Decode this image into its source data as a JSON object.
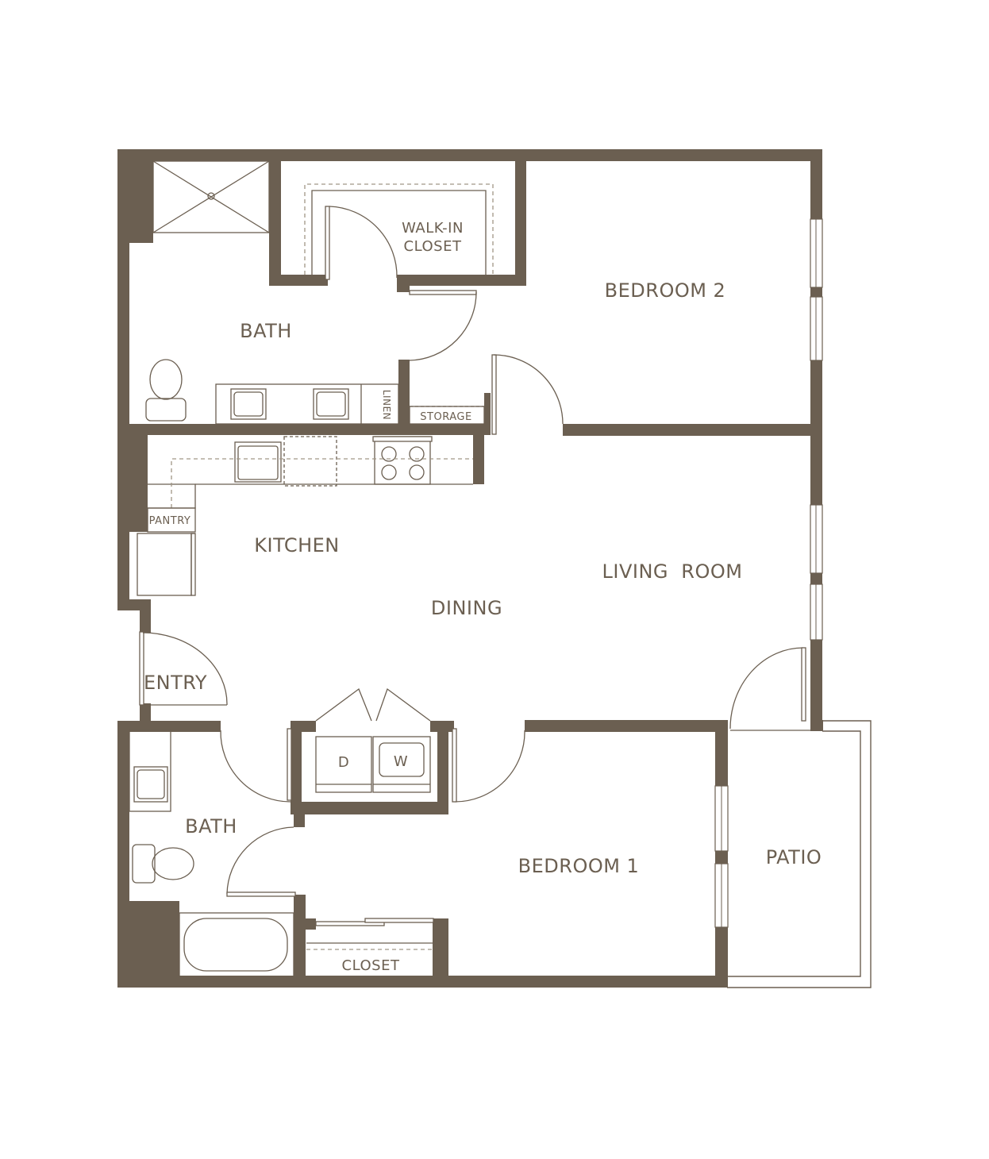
{
  "colors": {
    "wall": "#6b5f51",
    "fixture": "#6b5f51",
    "label": "#6b5f51",
    "dashed": "#a09686",
    "background": "#ffffff"
  },
  "rooms": {
    "walk_in_closet_line1": "WALK-IN",
    "walk_in_closet_line2": "CLOSET",
    "bedroom_2": "BEDROOM 2",
    "bath_top": "BATH",
    "linen": "LINEN",
    "storage": "STORAGE",
    "kitchen": "KITCHEN",
    "pantry": "PANTRY",
    "living_room": "LIVING  ROOM",
    "dining": "DINING",
    "entry": "ENTRY",
    "bath_bottom": "BATH",
    "dryer": "D",
    "washer": "W",
    "bedroom_1": "BEDROOM 1",
    "patio": "PATIO",
    "closet": "CLOSET"
  }
}
